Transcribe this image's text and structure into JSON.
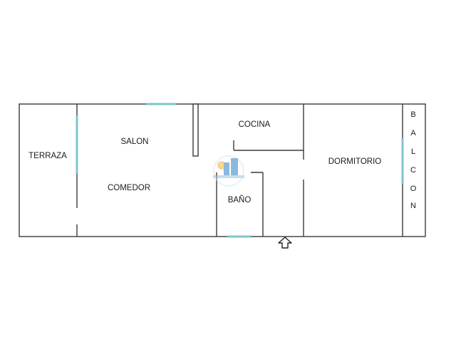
{
  "rooms": {
    "terraza": "TERRAZA",
    "salon": "SALON",
    "comedor": "COMEDOR",
    "cocina": "COCINA",
    "bano": "BAÑO",
    "dormitorio": "DORMITORIO"
  },
  "balcon_letters": [
    "B",
    "A",
    "L",
    "C",
    "O",
    "N"
  ],
  "entrance_icon": "up-arrow-outline-icon",
  "watermark_icon": "real-estate-logo-icon",
  "colors": {
    "walls": "#3a3a3a",
    "windows": "#7fc4cc",
    "background": "#ffffff",
    "logo_blue": "#2f7fc1",
    "logo_sun": "#f2b53a"
  }
}
